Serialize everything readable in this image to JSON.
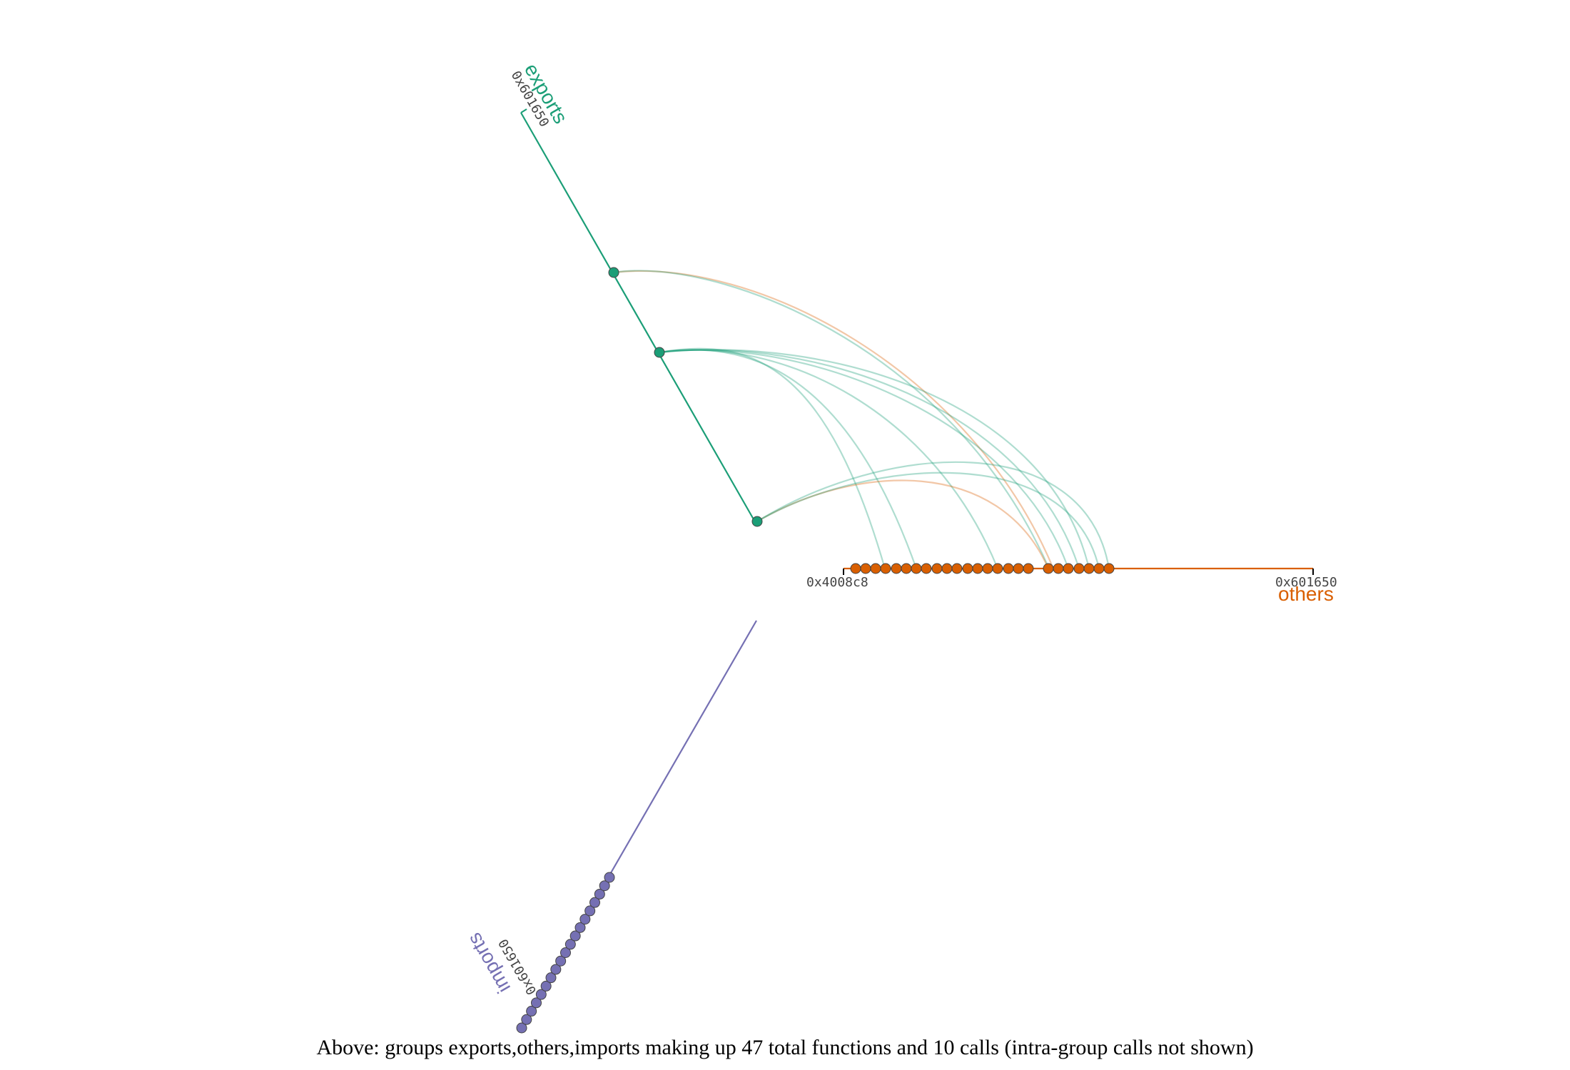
{
  "caption": "Above: groups exports,others,imports making up 47 total functions and 10 calls (intra-group calls not shown)",
  "colors": {
    "exports": "#1b9e77",
    "others": "#d95f02",
    "imports": "#7570b3",
    "node_stroke": "#444444"
  },
  "axes": [
    {
      "id": "exports",
      "label": "exports",
      "color": "#1b9e77",
      "start_label": "0x601650",
      "end_label": "",
      "node_count": 3
    },
    {
      "id": "others",
      "label": "others",
      "color": "#d95f02",
      "start_label": "0x4008c8",
      "end_label": "0x601650",
      "node_count": 25
    },
    {
      "id": "imports",
      "label": "imports",
      "color": "#7570b3",
      "start_label": "0x601650",
      "end_label": "",
      "node_count": 19
    }
  ],
  "totals": {
    "functions": 47,
    "calls": 10
  }
}
